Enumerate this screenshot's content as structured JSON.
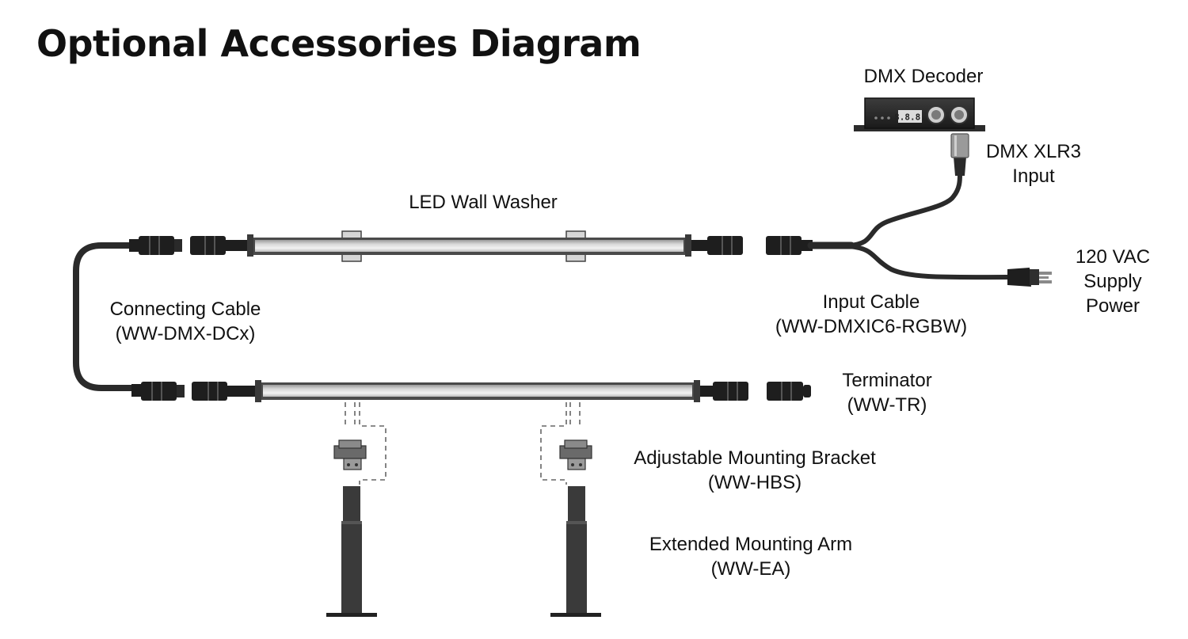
{
  "title": "Optional Accessories Diagram",
  "labels": {
    "dmx_decoder": "DMX Decoder",
    "decoder_display": "8.8.8.",
    "dmx_xlr3": [
      "DMX XLR3",
      "Input"
    ],
    "led_wall_washer": "LED Wall Washer",
    "power": [
      "120 VAC",
      "Supply",
      "Power"
    ],
    "input_cable": [
      "Input Cable",
      "(WW-DMXIC6-RGBW)"
    ],
    "connecting_cable": [
      "Connecting Cable",
      "(WW-DMX-DCx)"
    ],
    "terminator": [
      "Terminator",
      "(WW-TR)"
    ],
    "bracket": [
      "Adjustable Mounting Bracket",
      "(WW-HBS)"
    ],
    "arm": [
      "Extended Mounting Arm",
      "(WW-EA)"
    ]
  },
  "colors": {
    "body": "#3a3a3a",
    "connector": "#1e1e1e",
    "lens": "#e8e8e8",
    "cable": "#2a2a2a",
    "text": "#111111"
  }
}
